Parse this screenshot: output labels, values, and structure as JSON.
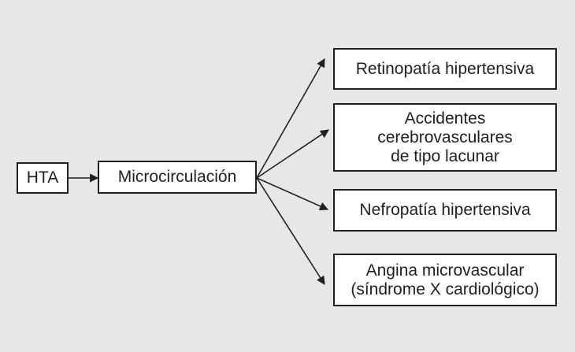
{
  "nodes": {
    "hta": "HTA",
    "microcirculacion": "Microcirculación",
    "retinopatia": [
      "Retinopatía hipertensiva"
    ],
    "accidentes": [
      "Accidentes",
      "cerebrovasculares",
      "de tipo lacunar"
    ],
    "nefropatia": [
      "Nefropatía hipertensiva"
    ],
    "angina": [
      "Angina microvascular",
      "(síndrome X cardiológico)"
    ]
  },
  "colors": {
    "background": "#e6e7e8",
    "box_fill": "#ffffff",
    "line": "#231f20"
  }
}
